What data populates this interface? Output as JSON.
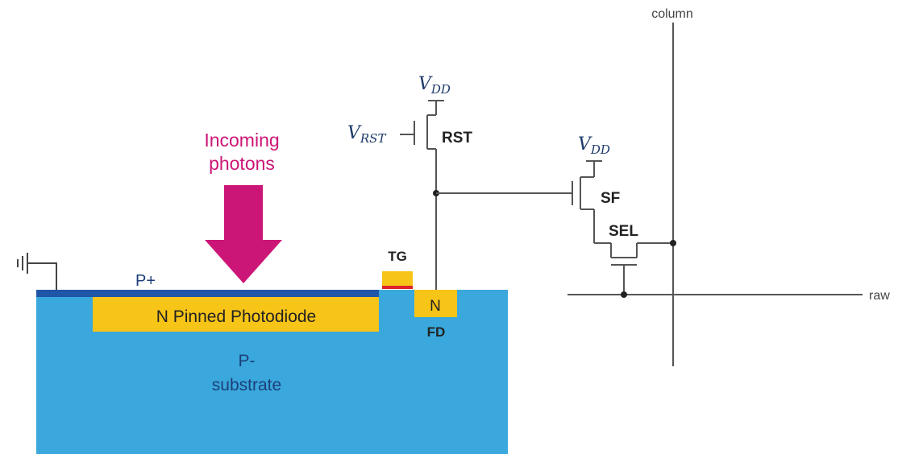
{
  "device": {
    "photons_label_line1": "Incoming",
    "photons_label_line2": "photons",
    "p_plus_label": "P+",
    "photodiode_label": "N Pinned Photodiode",
    "substrate_label_line1": "P-",
    "substrate_label_line2": "substrate",
    "tg_label": "TG",
    "fd_n_label": "N",
    "fd_label": "FD"
  },
  "circuit": {
    "vdd_rst": {
      "main": "V",
      "sub": "DD"
    },
    "vrst": {
      "main": "V",
      "sub": "RST"
    },
    "rst_label": "RST",
    "vdd_sf": {
      "main": "V",
      "sub": "DD"
    },
    "sf_label": "SF",
    "sel_label": "SEL",
    "column_label": "column",
    "row_label": "raw"
  },
  "colors": {
    "substrate": "#3aa8dc",
    "p_plus": "#1f56a8",
    "n_region": "#f7c418",
    "gate_red": "#e0202a",
    "photon_arrow": "#cc1677",
    "label_blue": "#1c3f7a",
    "label_dark": "#222222",
    "math_blue": "#1d3a6b"
  }
}
